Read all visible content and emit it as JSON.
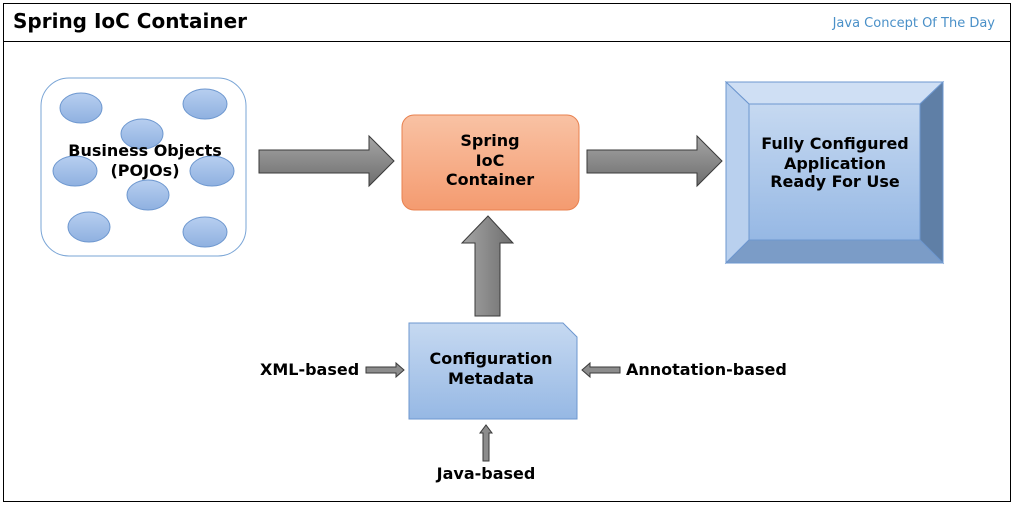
{
  "header": {
    "title": "Spring IoC Container",
    "brand": "Java Concept Of The Day"
  },
  "nodes": {
    "business_objects": {
      "line1": "Business Objects",
      "line2": "(POJOs)"
    },
    "container": {
      "line1": "Spring",
      "line2": "IoC",
      "line3": "Container"
    },
    "application": {
      "line1": "Fully Configured",
      "line2": "Application",
      "line3": "Ready For Use"
    },
    "metadata": {
      "line1": "Configuration",
      "line2": "Metadata"
    }
  },
  "inputs": {
    "xml": "XML-based",
    "annotation": "Annotation-based",
    "java": "Java-based"
  },
  "colors": {
    "container_fill": "#f6a883",
    "container_stroke": "#e8814f",
    "blue_fill": "#a7c4ea",
    "blue_stroke": "#6d97cf",
    "arrow_fill": "#8c8c8c",
    "arrow_stroke": "#3a3a3a",
    "brand": "#4a90c8"
  }
}
